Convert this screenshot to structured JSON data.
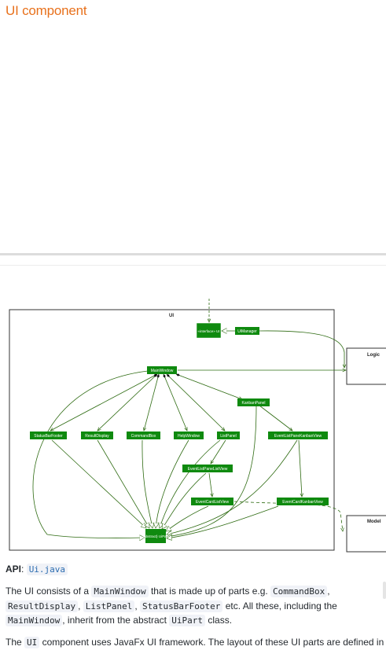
{
  "heading": "UI component",
  "diagram": {
    "package_label": "UI",
    "nodes": {
      "ui_interface": "«interface» UI",
      "ui_manager": "UiManager",
      "main_window": "MainWindow",
      "kanban_panel": "KanbanPanel",
      "status_bar_footer": "StatusBarFooter",
      "result_display": "ResultDisplay",
      "command_box": "CommandBox",
      "help_window": "HelpWindow",
      "list_panel": "ListPanel",
      "event_list_pane_kanban_view": "EventListPaneKanbanView",
      "event_list_pane_list_view": "EventListPaneListView",
      "event_card_list_view": "EventCardListView",
      "event_card_kanban_view": "EventCardKanbanView",
      "ui_part": "{abstract} UiPart"
    },
    "logic_label": "Logic",
    "model_label": "Model",
    "colors": {
      "node_fill": "#0f8a0f",
      "edge": "#2e6b12",
      "node_text": "#ffffff"
    }
  },
  "api": {
    "label": "API",
    "link": "Ui.java"
  },
  "para1": {
    "t1": "The UI consists of a ",
    "c1": "MainWindow",
    "t2": " that is made up of parts e.g. ",
    "c2": "CommandBox",
    "t3": ",",
    "c3": "ResultDisplay",
    "t4": ", ",
    "c4": "ListPanel",
    "t5": ", ",
    "c5": "StatusBarFooter",
    "t6": " etc. All these, including the",
    "c6": "MainWindow",
    "t7": ", inherit from the abstract ",
    "c7": "UiPart",
    "t8": " class."
  },
  "para2": {
    "t1": "The ",
    "c1": "UI",
    "t2": " component uses JavaFx UI framework. The layout of these UI parts are defined in"
  }
}
